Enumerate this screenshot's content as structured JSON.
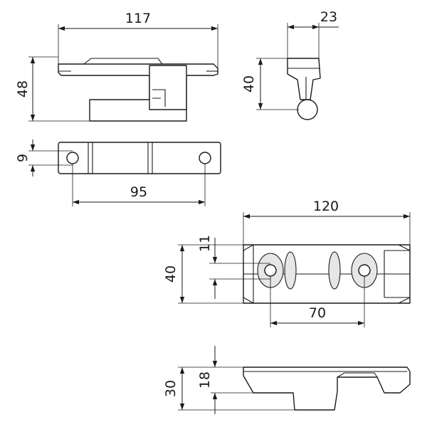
{
  "dimensions": {
    "top_view_length": "117",
    "top_view_height": "48",
    "side_view_width": "23",
    "side_view_height": "40",
    "front_hole_offset": "9",
    "front_hole_spacing": "95",
    "keeper_length": "120",
    "keeper_width": "40",
    "keeper_slot": "11",
    "keeper_hole_spacing": "70",
    "keeper_profile_total": "30",
    "keeper_profile_inner": "18"
  },
  "colors": {
    "line": "#1a1a1a",
    "background": "#ffffff",
    "shading": "#e6e6e6"
  }
}
